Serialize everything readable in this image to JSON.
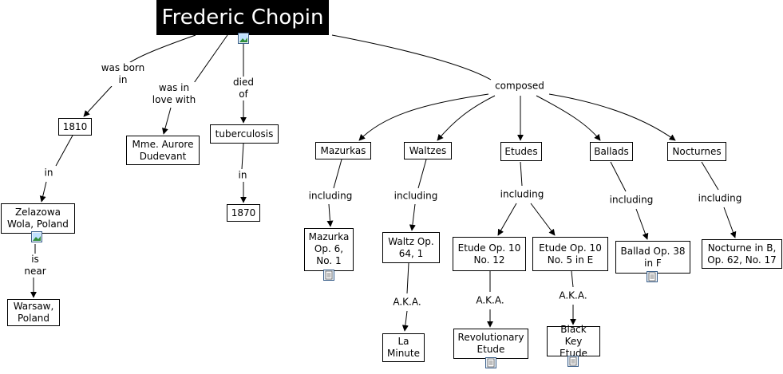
{
  "title": "Frederic Chopin",
  "nodes": {
    "n1810": "1810",
    "zelazowa": "Zelazowa\nWola, Poland",
    "warsaw": "Warsaw,\nPoland",
    "aurore": "Mme. Aurore\nDudevant",
    "tuberculosis": "tuberculosis",
    "n1870": "1870",
    "mazurkas": "Mazurkas",
    "waltzes": "Waltzes",
    "etudes": "Etudes",
    "ballads": "Ballads",
    "nocturnes": "Nocturnes",
    "mazurka": "Mazurka\nOp. 6,\nNo. 1",
    "waltz": "Waltz Op.\n64, 1",
    "etude12": "Etude Op. 10\nNo. 12",
    "etude5": "Etude Op. 10\nNo. 5 in E",
    "ballad": "Ballad Op. 38\nin F",
    "nocturne": "Nocturne in B,\nOp. 62, No. 17",
    "laminute": "La\nMinute",
    "revolutionary": "Revolutionary\nEtude",
    "blackkey": "Black Key\nEtude"
  },
  "links": {
    "born": "was born\nin",
    "love": "was in\nlove with",
    "died": "died\nof",
    "composed": "composed",
    "in1": "in",
    "in2": "in",
    "near": "is\nnear",
    "inc_maz": "including",
    "inc_wal": "including",
    "inc_etu": "including",
    "inc_bal": "including",
    "inc_noc": "including",
    "aka1": "A.K.A.",
    "aka2": "A.K.A.",
    "aka3": "A.K.A."
  },
  "icons": {
    "title": "image-icon",
    "zelazowa": "image-icon",
    "mazurka": "document-icon",
    "ballad": "document-icon",
    "revolutionary": "document-icon",
    "blackkey": "document-icon"
  },
  "colors": {
    "title_bg": "#000000",
    "title_fg": "#ffffff",
    "line": "#000000"
  }
}
